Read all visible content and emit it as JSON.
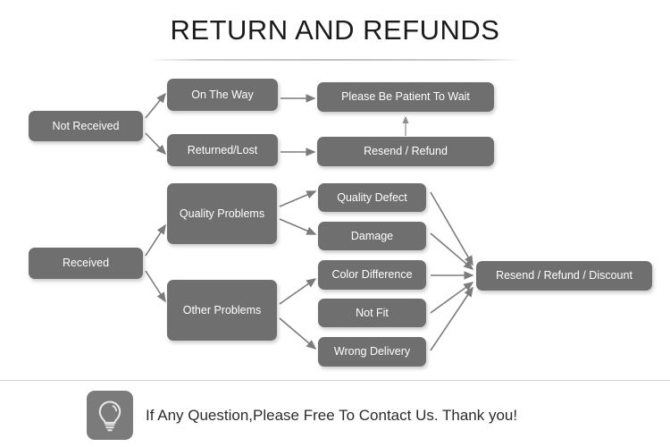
{
  "page": {
    "title": "RETURN AND REFUNDS",
    "background_color": "#ffffff",
    "node_color": "#6f6f6f",
    "node_text_color": "#ffffff",
    "connector_color": "#7b7b7b",
    "divider_color": "#d6d6d6"
  },
  "flow": {
    "branches": [
      {
        "root": "Not Received",
        "causes": [
          "On The Way",
          "Returned/Lost"
        ],
        "outcomes": [
          "Please Be Patient To Wait",
          "Resend / Refund"
        ]
      },
      {
        "root": "Received",
        "causes": [
          "Quality Problems",
          "Other Problems"
        ],
        "issues": [
          "Quality Defect",
          "Damage",
          "Color Difference",
          "Not Fit",
          "Wrong Delivery"
        ],
        "outcomes": [
          "Resend / Refund / Discount"
        ]
      }
    ],
    "nodes": {
      "not_received": "Not Received",
      "on_the_way": "On The Way",
      "returned_lost": "Returned/Lost",
      "please_be_patient": "Please Be Patient To Wait",
      "resend_refund": "Resend / Refund",
      "received": "Received",
      "quality_problems": "Quality Problems",
      "other_problems": "Other Problems",
      "quality_defect": "Quality Defect",
      "damage": "Damage",
      "color_difference": "Color Difference",
      "not_fit": "Not Fit",
      "wrong_delivery": "Wrong Delivery",
      "resend_refund_discount": "Resend / Refund / Discount"
    }
  },
  "footer": {
    "icon": "lightbulb-icon",
    "text": "If Any Question,Please Free To Contact Us. Thank you!"
  }
}
